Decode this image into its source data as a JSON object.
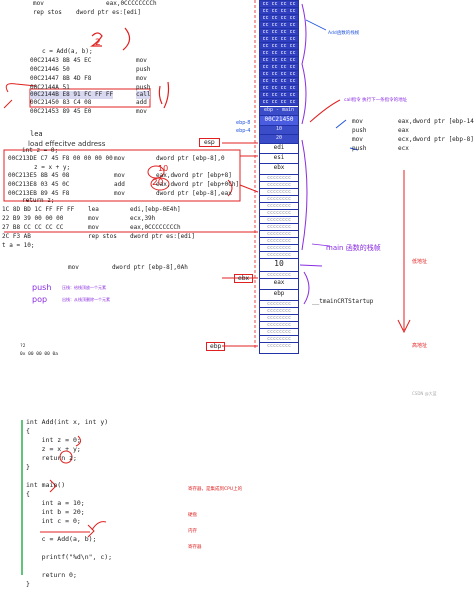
{
  "top_code": [
    "mov",
    "eax,0CCCCCCCCh",
    "rep stos",
    "dword ptr es:[edi]"
  ],
  "call_line": "c = Add(a, b);",
  "asm_block1": [
    {
      "addr": "00C21443 8B 45 EC",
      "op": "mov"
    },
    {
      "addr": "00C21446 50",
      "op": "push"
    },
    {
      "addr": "00C21447 8B 4D F8",
      "op": "mov"
    },
    {
      "addr": "00C2144A 51",
      "op": "push"
    },
    {
      "addr": "00C2144B E8 91 FC FF FF",
      "op": "call"
    },
    {
      "addr": "00C21450 83 C4 08",
      "op": "add"
    },
    {
      "addr": "00C21453 89 45 E0",
      "op": "mov"
    }
  ],
  "lea_text": "lea",
  "load_text": "load effecitve address",
  "int_z": "int z = 0;",
  "asm_block2": [
    {
      "addr": "00C213DE C7 45 F8 00 00 00 00",
      "op": "mov",
      "arg": "dword ptr [ebp-8],0"
    },
    {
      "addr": "",
      "op": "z = x + y;",
      "arg": ""
    },
    {
      "addr": "00C213E5 8B 45 08",
      "op": "mov",
      "arg": "eax,dword ptr [ebp+8]"
    },
    {
      "addr": "00C213E8 03 45 0C",
      "op": "add",
      "arg": "eax,dword ptr [ebp+0Ch]"
    },
    {
      "addr": "00C213EB 89 45 F8",
      "op": "mov",
      "arg": "dword ptr [ebp-8],eax"
    }
  ],
  "return_z": "return z;",
  "asm_block3": [
    {
      "addr": "1C 8D BD 1C FF FF FF",
      "op": "lea",
      "arg": "edi,[ebp-0E4h]"
    },
    {
      "addr": "22 B9 39 00 00 00",
      "op": "mov",
      "arg": "ecx,39h"
    },
    {
      "addr": "27 B8 CC CC CC CC",
      "op": "mov",
      "arg": "eax,0CCCCCCCCh"
    },
    {
      "addr": "2C F3 AB",
      "op": "rep stos",
      "arg": "dword ptr es:[edi]"
    }
  ],
  "int_a": "t a = 10;",
  "mov_line": {
    "op": "mov",
    "arg": "dword ptr [ebp-8],0Ah"
  },
  "push_label": "push",
  "pop_label": "pop",
  "push_desc": "压栈：给栈顶放一个元素",
  "pop_desc": "出栈：从栈顶删除一个元素",
  "bottom_left": [
    "?2",
    "0x 00 00 00 0a"
  ],
  "stack_cells": [
    "cc cc cc cc",
    "cc cc cc cc",
    "cc cc cc cc",
    "cc cc cc cc",
    "cc cc cc cc",
    "cc cc cc cc",
    "cc cc cc cc",
    "cc cc cc cc",
    "cc cc cc cc",
    "cc cc cc cc",
    "cc cc cc cc",
    "cc cc cc cc",
    "cc cc cc cc",
    "cc cc cc cc",
    "cc cc cc cc"
  ],
  "stack_labels": {
    "ebp_main": "ebp - main",
    "ret_addr": "00C21450",
    "val10": "10",
    "val20": "20",
    "edi": "edi",
    "esi": "esi",
    "ebx": "ebx",
    "ten": "10",
    "eax_reg": "eax",
    "ebp": "ebp"
  },
  "left_markers": {
    "esp": "esp",
    "ebx": "ebx",
    "ebp": "ebp",
    "ebp8": "ebp-8",
    "ebp4": "ebp-4"
  },
  "annotations": {
    "add_frame": "Add函数的栈帧",
    "call_note": "call指令 执行下一条指令的地址",
    "main_frame": "main 函数的栈帧",
    "main_start": "__tmainCRTStartup",
    "low_addr": "低地址",
    "high_addr": "高地址",
    "footer": "CSDN @大蓝"
  },
  "right_asm": [
    {
      "op": "mov",
      "arg": "eax,dword ptr [ebp-14h]"
    },
    {
      "op": "push",
      "arg": "eax"
    },
    {
      "op": "mov",
      "arg": "ecx,dword ptr [ebp-8]"
    },
    {
      "op": "push",
      "arg": "ecx"
    }
  ],
  "source_code": [
    "int Add(int x, int y)",
    "{",
    "    int z = 0;",
    "    z = x + y;",
    "    return z;",
    "}",
    "",
    "int main()",
    "{",
    "    int a = 10;",
    "    int b = 20;",
    "    int c = 0;",
    "",
    "    c = Add(a, b);",
    "",
    "    printf(\"%d\\n\", c);",
    "",
    "    return 0;",
    "}"
  ],
  "side_notes": [
    "寄存器，是集成到CPU上的",
    "硬盘",
    "内存",
    "寄存器"
  ]
}
